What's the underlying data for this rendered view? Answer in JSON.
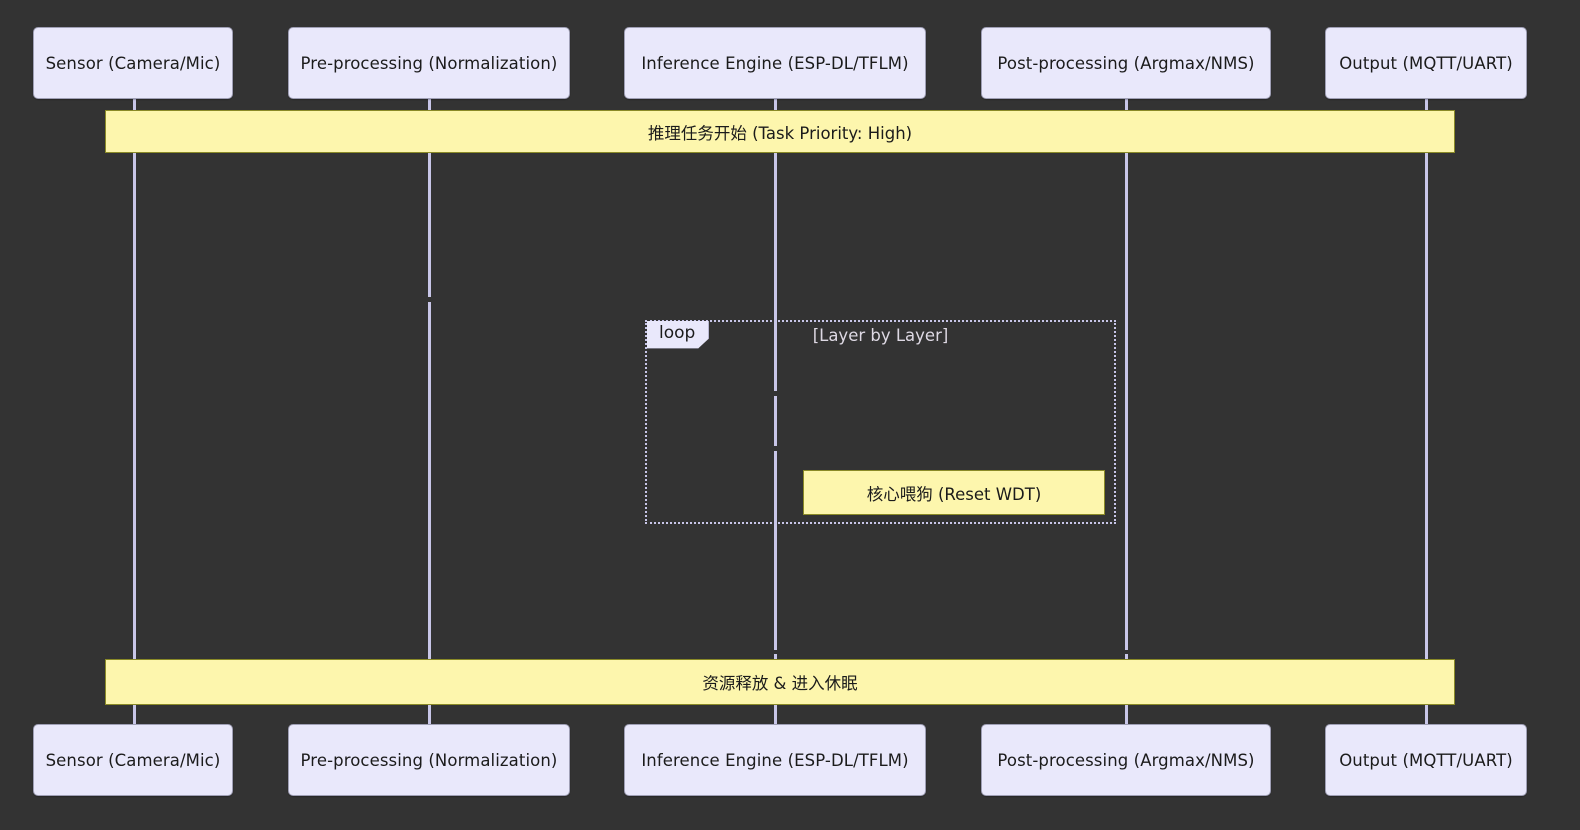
{
  "diagram": {
    "type": "sequence-diagram",
    "background_color": "#333333",
    "participant_fill": "#e9e8fb",
    "participant_border": "#9f9fb5",
    "note_fill": "#fdf6ad",
    "note_border": "#8a8a27",
    "lifeline_color": "#c8c6e8",
    "fragment_border_color": "#c8c6e8"
  },
  "participants": [
    {
      "id": "sensor",
      "label": "Sensor (Camera/Mic)"
    },
    {
      "id": "preproc",
      "label": "Pre-processing (Normalization)"
    },
    {
      "id": "inference",
      "label": "Inference Engine (ESP-DL/TFLM)"
    },
    {
      "id": "postproc",
      "label": "Post-processing (Argmax/NMS)"
    },
    {
      "id": "output",
      "label": "Output (MQTT/UART)"
    }
  ],
  "participants_bottom": [
    {
      "id": "sensor",
      "label": "Sensor (Camera/Mic)"
    },
    {
      "id": "preproc",
      "label": "Pre-processing (Normalization)"
    },
    {
      "id": "inference",
      "label": "Inference Engine (ESP-DL/TFLM)"
    },
    {
      "id": "postproc",
      "label": "Post-processing (Argmax/NMS)"
    },
    {
      "id": "output",
      "label": "Output (MQTT/UART)"
    }
  ],
  "notes": {
    "top": "推理任务开始 (Task Priority: High)",
    "inner": "核心喂狗 (Reset WDT)",
    "bottom": "资源释放 & 进入休眠"
  },
  "fragment": {
    "keyword": "loop",
    "condition": "[Layer by Layer]"
  }
}
